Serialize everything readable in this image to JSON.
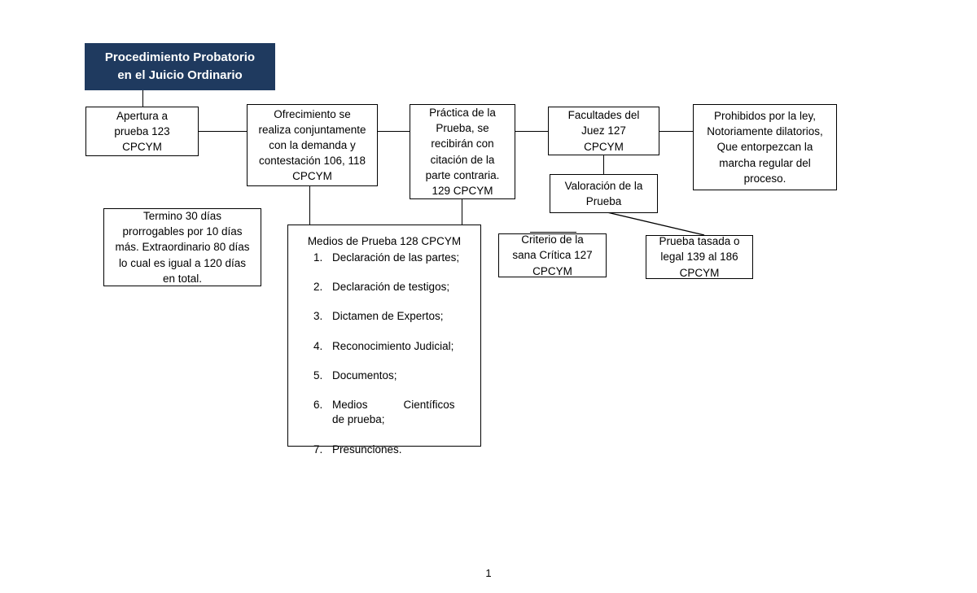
{
  "document": {
    "page_number": "1"
  },
  "title_box": {
    "line1": "Procedimiento Probatorio",
    "line2": "en el Juicio Ordinario",
    "fill_color": "#1F3A5F",
    "text_color": "#FFFFFF"
  },
  "nodes": {
    "apertura": {
      "line1": "Apertura a",
      "line2": "prueba 123",
      "line3": "CPCYM"
    },
    "ofrecimiento": {
      "line1": "Ofrecimiento se",
      "line2": "realiza conjuntamente",
      "line3": "con la demanda y",
      "line4": "contestación 106, 118",
      "line5": "CPCYM"
    },
    "practica": {
      "line1": "Práctica de la",
      "line2": "Prueba, se",
      "line3": "recibirán con",
      "line4": "citación de la",
      "line5": "parte contraria.",
      "line6": "129 CPCYM"
    },
    "facultades": {
      "line1": "Facultades del",
      "line2": "Juez 127",
      "line3": "CPCYM"
    },
    "prohibidos": {
      "line1": "Prohibidos por la ley,",
      "line2": "Notoriamente dilatorios,",
      "line3": "Que entorpezcan la",
      "line4": "marcha regular del",
      "line5": "proceso."
    },
    "valoracion": {
      "line1": "Valoración de la",
      "line2": "Prueba"
    },
    "termino": {
      "line1": "Termino 30 días",
      "line2": "prorrogables por 10 días",
      "line3": "más. Extraordinario 80 días",
      "line4": "lo cual es igual a 120 días",
      "line5": "en total."
    },
    "criterio": {
      "line1": "Criterio de la",
      "line2": "sana Crítica 127",
      "line3": "CPCYM"
    },
    "prueba_tasada": {
      "line1": "Prueba tasada o",
      "line2": "legal 139 al 186",
      "line3": "CPCYM"
    },
    "medios": {
      "heading": "Medios de Prueba 128 CPCYM",
      "items": [
        "Declaración de las partes;",
        "Declaración de testigos;",
        "Dictamen de Expertos;",
        "Reconocimiento Judicial;",
        "Documentos;",
        "Medios",
        "Presunciones."
      ],
      "item6_second_word": "Científicos",
      "item6_line2": "de prueba;"
    }
  }
}
